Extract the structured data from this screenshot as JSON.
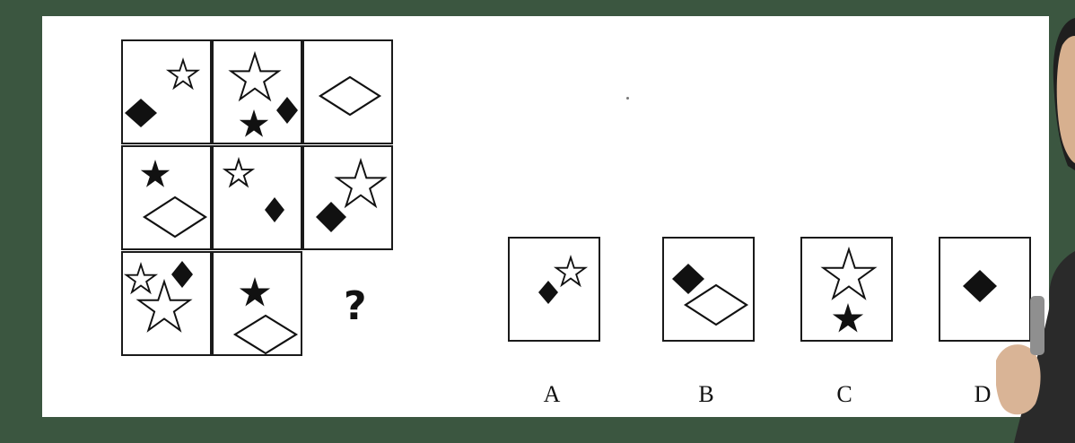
{
  "puzzle": {
    "question_mark": "?",
    "options": [
      {
        "label": "A"
      },
      {
        "label": "B"
      },
      {
        "label": "C"
      },
      {
        "label": "D"
      }
    ]
  },
  "colors": {
    "background": "#3b5640",
    "board": "#ffffff",
    "ink": "#111111"
  },
  "icons": [
    "star-outline-icon",
    "star-filled-icon",
    "diamond-filled-icon",
    "diamond-outline-icon"
  ]
}
